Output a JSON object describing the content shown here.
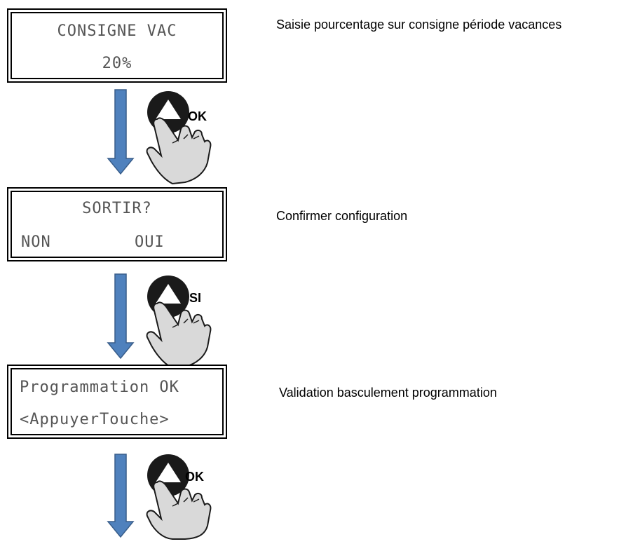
{
  "screens": [
    {
      "line1": "CONSIGNE VAC",
      "line2": "20%",
      "description": "Saisie pourcentage sur consigne période vacances"
    },
    {
      "line1": "SORTIR?",
      "line2_left": "NON",
      "line2_right": "OUI",
      "description": "Confirmer configuration"
    },
    {
      "line1": "Programmation OK",
      "line2": "<AppuyerTouche>",
      "description": "Validation basculement programmation"
    }
  ],
  "steps": [
    {
      "button_label": "OK"
    },
    {
      "button_label": "SI"
    },
    {
      "button_label": "OK"
    }
  ],
  "colors": {
    "arrow": "#4f81bd",
    "arrow_stroke": "#385d8a",
    "button": "#1a1a1a",
    "hand_fill": "#d9d9d9"
  }
}
